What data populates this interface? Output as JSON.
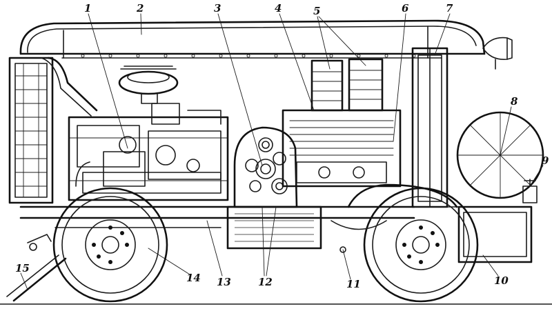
{
  "figure": {
    "callouts": [
      {
        "id": "1",
        "text": "1"
      },
      {
        "id": "2",
        "text": "2"
      },
      {
        "id": "3",
        "text": "3"
      },
      {
        "id": "4",
        "text": "4"
      },
      {
        "id": "5",
        "text": "5"
      },
      {
        "id": "6",
        "text": "6"
      },
      {
        "id": "7",
        "text": "7"
      },
      {
        "id": "8",
        "text": "8"
      },
      {
        "id": "9",
        "text": "9"
      },
      {
        "id": "10",
        "text": "10"
      },
      {
        "id": "11",
        "text": "11"
      },
      {
        "id": "12",
        "text": "12"
      },
      {
        "id": "13",
        "text": "13"
      },
      {
        "id": "14",
        "text": "14"
      },
      {
        "id": "15",
        "text": "15"
      }
    ]
  }
}
